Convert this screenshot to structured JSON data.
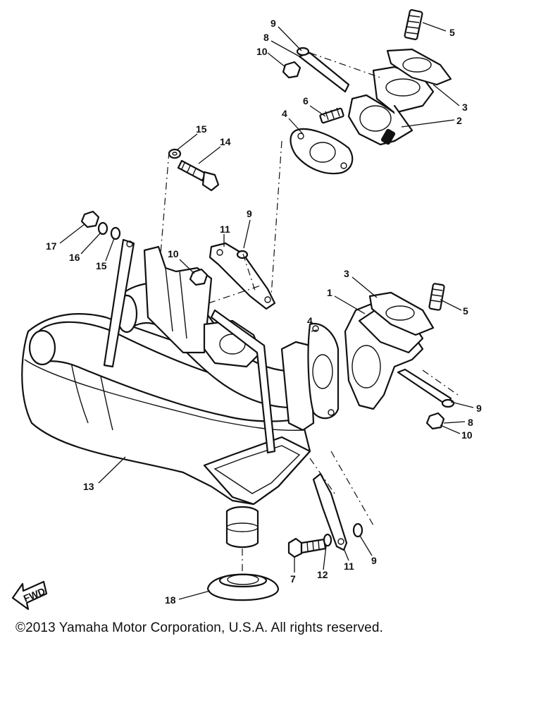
{
  "diagram": {
    "callouts": [
      {
        "id": "c5a",
        "label": "5"
      },
      {
        "id": "c9a",
        "label": "9"
      },
      {
        "id": "c8a",
        "label": "8"
      },
      {
        "id": "c10a",
        "label": "10"
      },
      {
        "id": "c3a",
        "label": "3"
      },
      {
        "id": "c2",
        "label": "2"
      },
      {
        "id": "c6",
        "label": "6"
      },
      {
        "id": "c4a",
        "label": "4"
      },
      {
        "id": "c15a",
        "label": "15"
      },
      {
        "id": "c14",
        "label": "14"
      },
      {
        "id": "c9b",
        "label": "9"
      },
      {
        "id": "c11a",
        "label": "11"
      },
      {
        "id": "c17",
        "label": "17"
      },
      {
        "id": "c16",
        "label": "16"
      },
      {
        "id": "c15b",
        "label": "15"
      },
      {
        "id": "c10b",
        "label": "10"
      },
      {
        "id": "c3b",
        "label": "3"
      },
      {
        "id": "c1",
        "label": "1"
      },
      {
        "id": "c5b",
        "label": "5"
      },
      {
        "id": "c4b",
        "label": "4"
      },
      {
        "id": "c9c",
        "label": "9"
      },
      {
        "id": "c8b",
        "label": "8"
      },
      {
        "id": "c10c",
        "label": "10"
      },
      {
        "id": "c13",
        "label": "13"
      },
      {
        "id": "c7",
        "label": "7"
      },
      {
        "id": "c12",
        "label": "12"
      },
      {
        "id": "c11b",
        "label": "11"
      },
      {
        "id": "c9d",
        "label": "9"
      },
      {
        "id": "c18",
        "label": "18"
      }
    ],
    "fwd_label": "FWD"
  },
  "footer": {
    "copyright": "©2013 Yamaha Motor Corporation, U.S.A. All rights reserved."
  }
}
